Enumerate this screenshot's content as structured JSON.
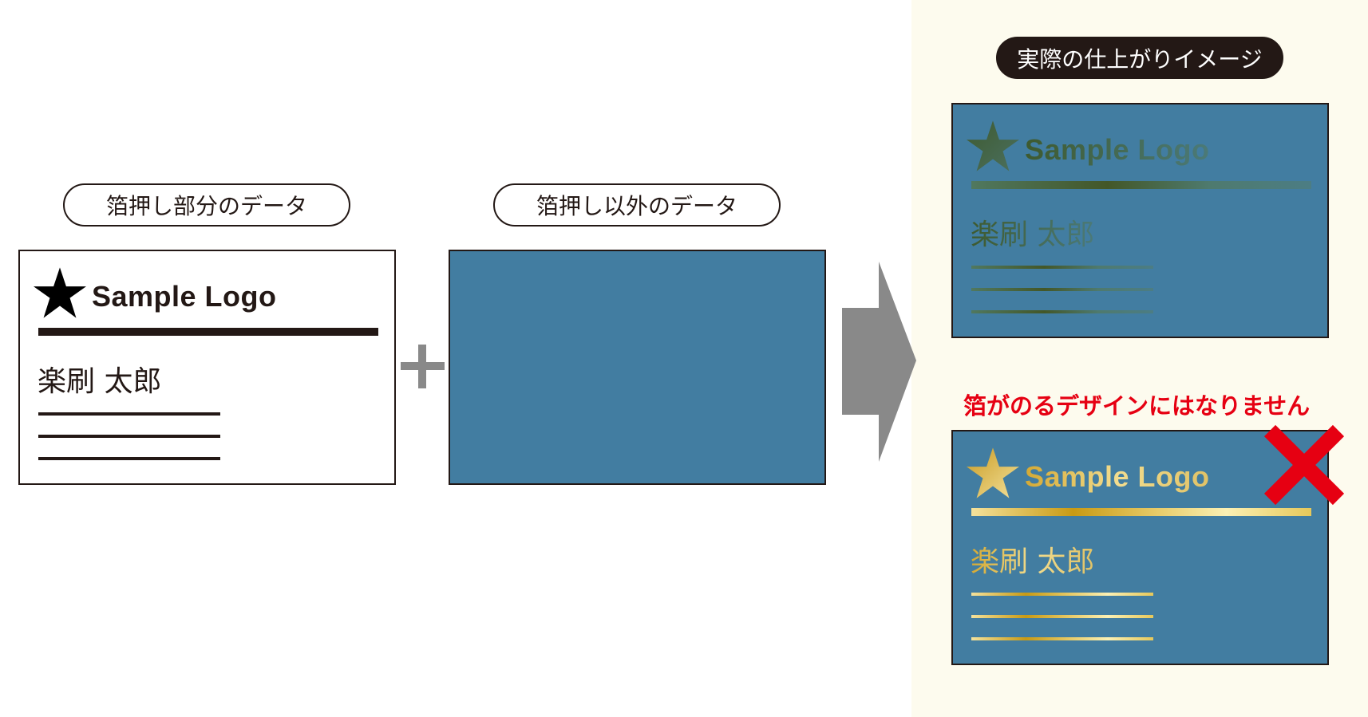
{
  "labels": {
    "foil_data": "箔押し部分のデータ",
    "non_foil_data": "箔押し以外のデータ",
    "actual_result": "実際の仕上がりイメージ",
    "warning": "箔がのるデザインにはなりません"
  },
  "card": {
    "logo_text": "Sample Logo",
    "name": "楽刷 太郎"
  },
  "colors": {
    "card_blue": "#427da1",
    "panel_bg": "#fdfbee",
    "warning_red": "#e60012",
    "arrow_gray": "#898989"
  },
  "icons": [
    "star-icon",
    "plus-icon",
    "arrow-right-icon",
    "cross-icon"
  ]
}
